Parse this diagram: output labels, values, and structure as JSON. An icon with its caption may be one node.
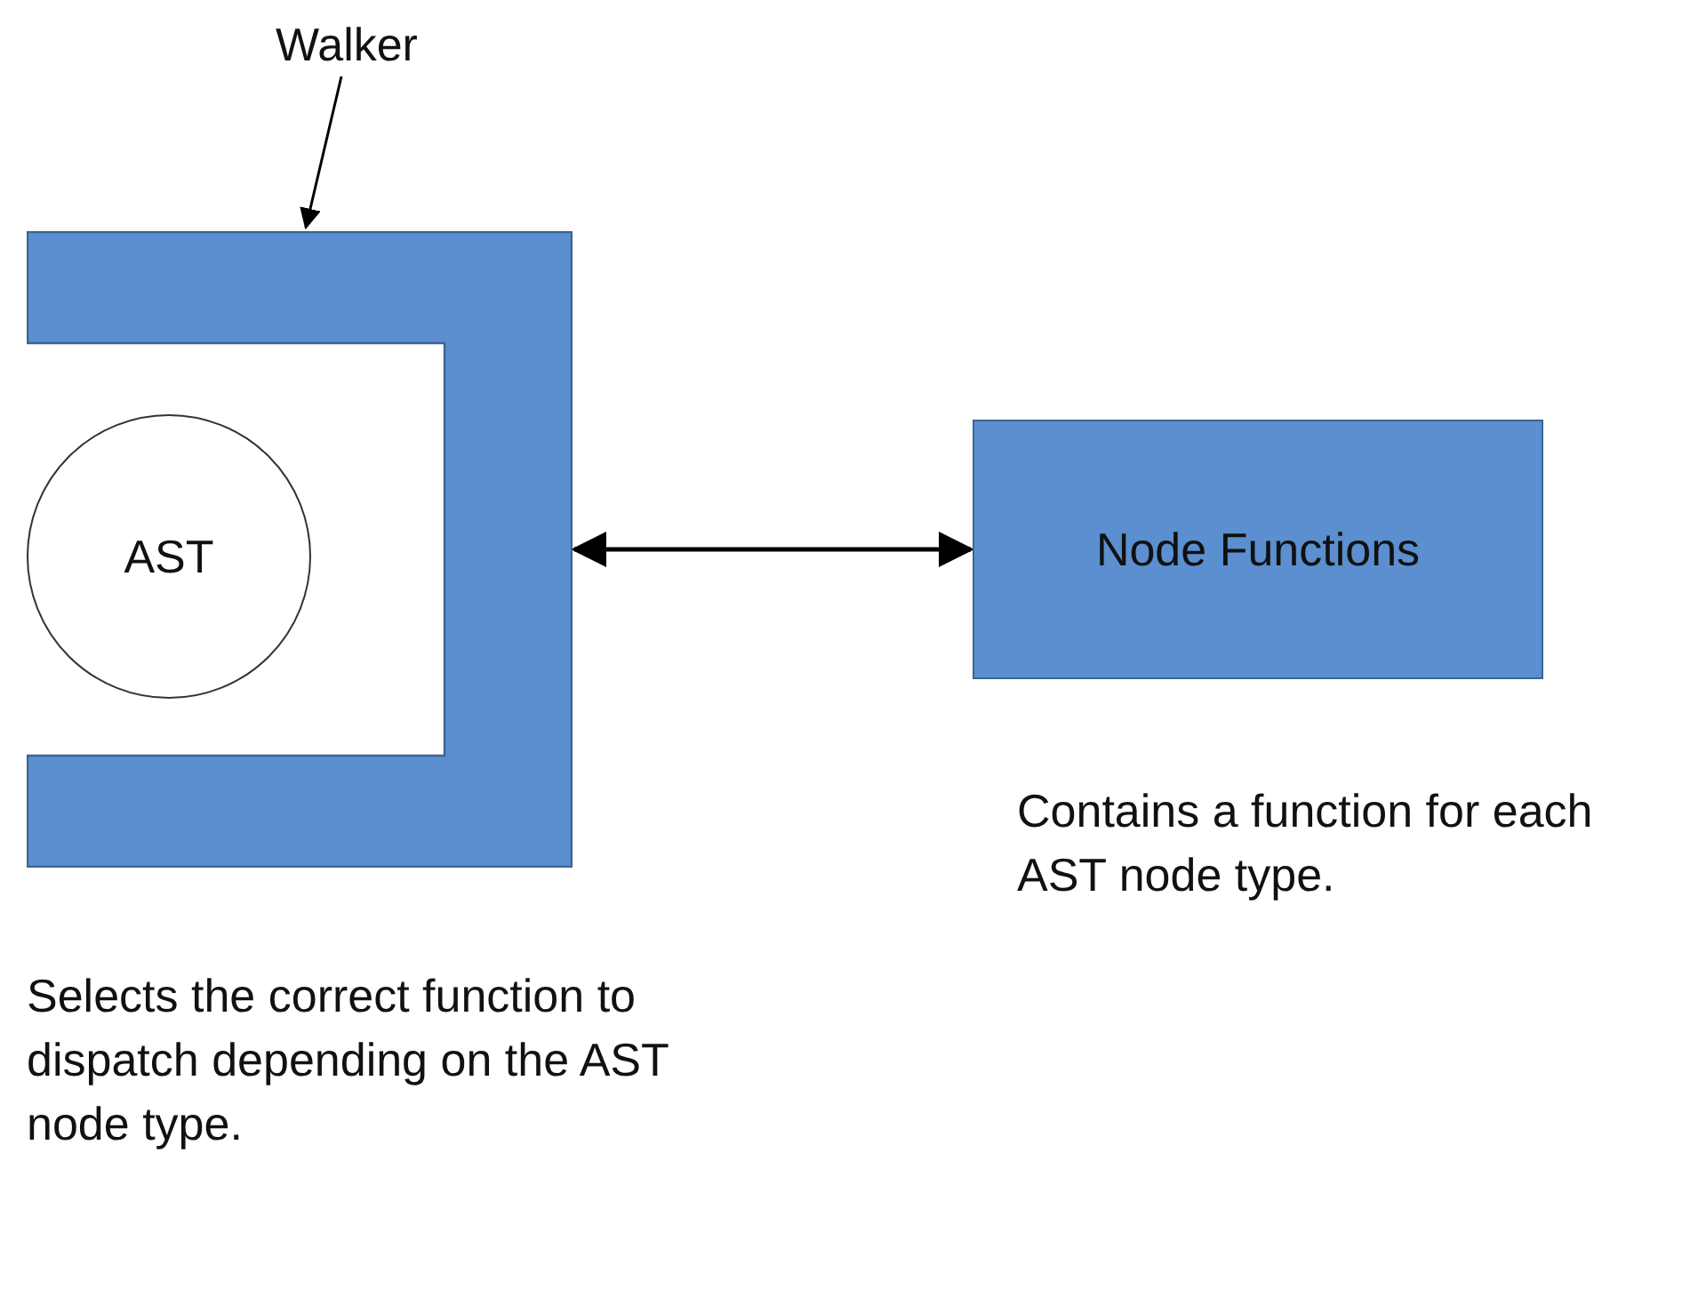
{
  "diagram": {
    "nodes": [
      {
        "text": [
          "Walker"
        ]
      },
      {
        "text": [],
        "shape": "bracket",
        "beside": [
          "Selects the correct function to dispatch depending on the AST node type."
        ]
      },
      {
        "text": [
          "AST"
        ]
      },
      {
        "text": [
          "Node Functions"
        ],
        "beside": [
          "Contains a function for each AST node type."
        ]
      }
    ],
    "edges": [
      {
        "from": 0,
        "to": 1,
        "arrow": "to"
      },
      {
        "from": 1,
        "to": 3,
        "arrow": "both"
      }
    ]
  }
}
